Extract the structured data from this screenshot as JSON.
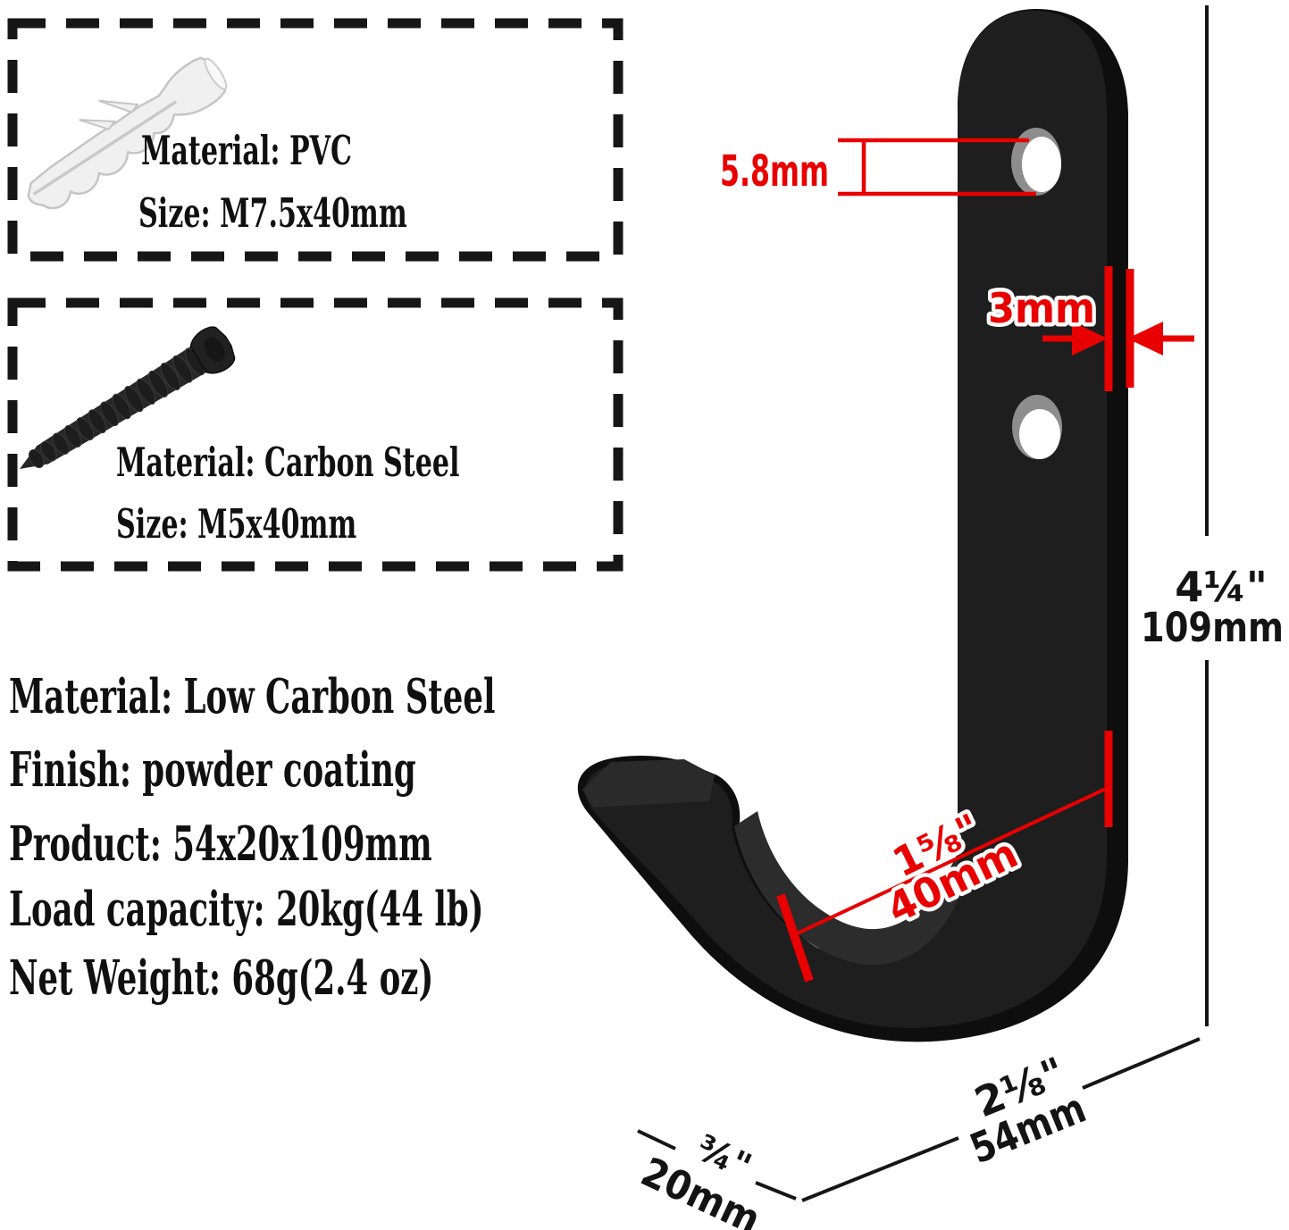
{
  "panels": {
    "anchor": {
      "material": "Material: PVC",
      "size": "Size: M7.5x40mm"
    },
    "screw": {
      "material": "Material: Carbon Steel",
      "size": "Size: M5x40mm"
    }
  },
  "specs": {
    "material": "Material: Low Carbon Steel",
    "finish": "Finish: powder coating",
    "product": "Product: 54x20x109mm",
    "load_capacity": "Load capacity: 20kg(44 lb)",
    "net_weight": "Net Weight: 68g(2.4 oz)"
  },
  "dimensions": {
    "hole_diameter": "5.8mm",
    "thickness": "3mm",
    "hook_depth_in": "1⅝\"",
    "hook_depth_mm": "40mm",
    "height_in": "4¼\"",
    "height_mm": "109mm",
    "width_in": "2⅛\"",
    "width_mm": "54mm",
    "depth_in": "¾\"",
    "depth_mm": "20mm"
  },
  "colors": {
    "accent_red": "#e80000",
    "ink": "#141414"
  }
}
